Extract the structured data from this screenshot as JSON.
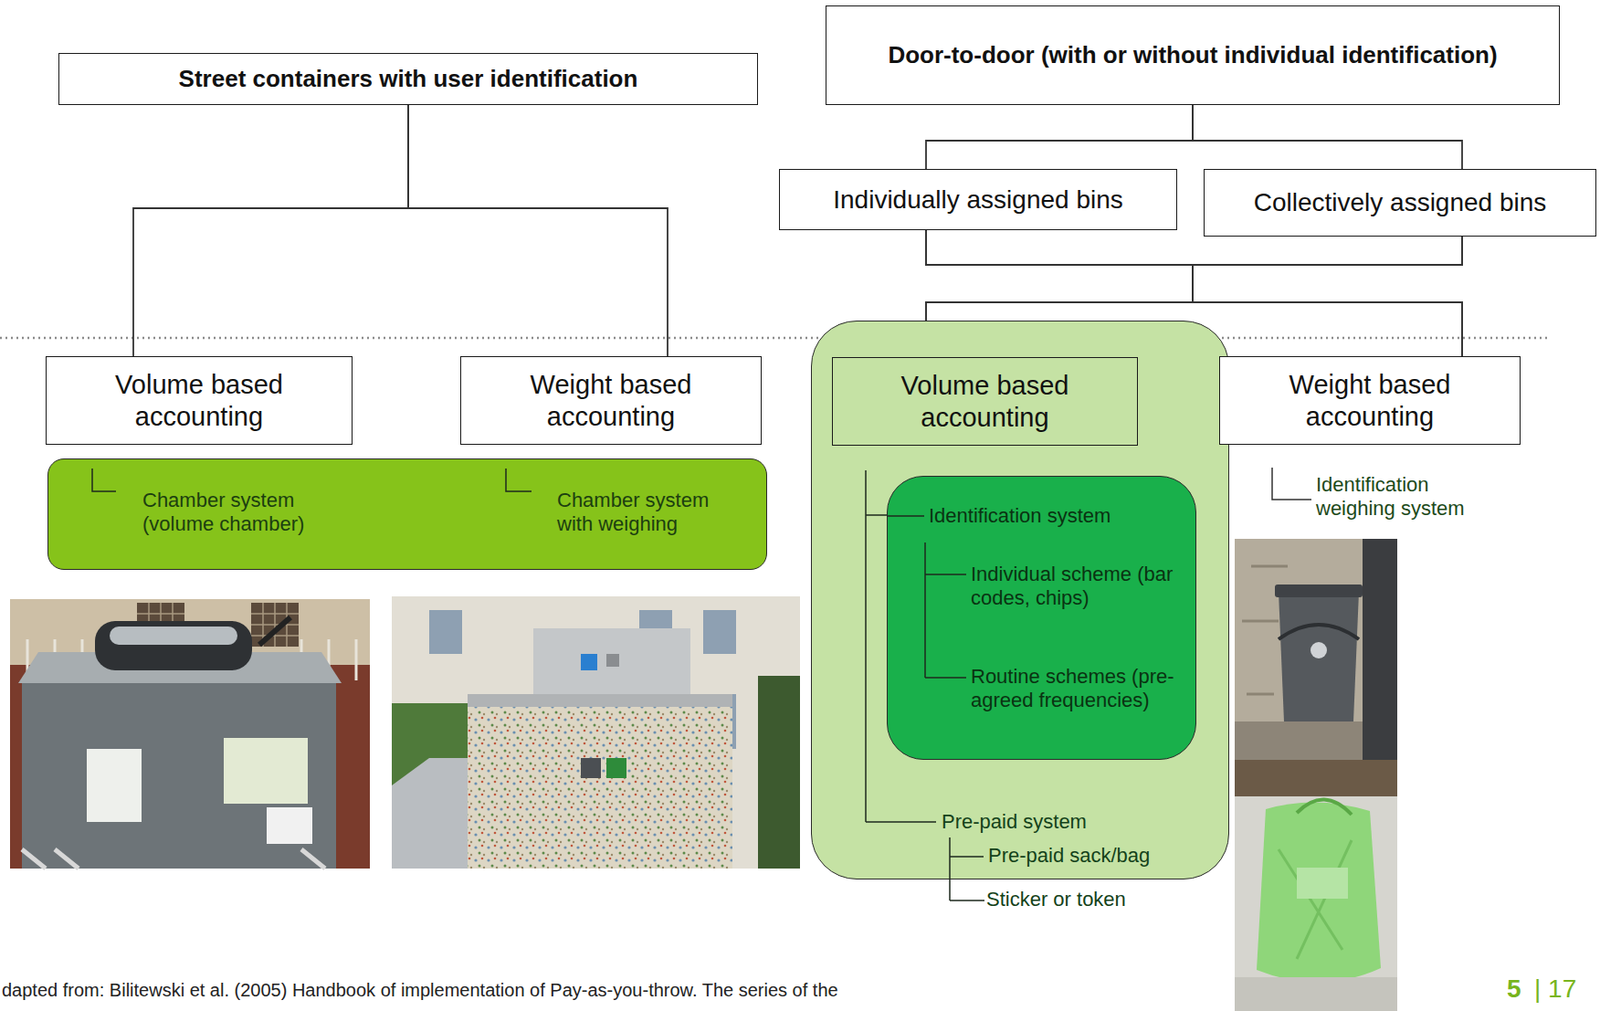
{
  "diagram": {
    "nodes": [
      {
        "text": [
          "Street containers with user identification"
        ]
      },
      {
        "text": [
          "Door-to-door (with or without individual identification)"
        ]
      },
      {
        "text": [
          "Individually assigned bins"
        ]
      },
      {
        "text": [
          "Collectively assigned bins"
        ]
      },
      {
        "text": [
          "Volume based accounting"
        ]
      },
      {
        "text": [
          "Weight based accounting"
        ]
      },
      {
        "text": [
          "Chamber system (volume chamber)",
          "Chamber system with weighing"
        ]
      },
      {
        "text": [
          "Pre-paid system",
          "Pre-paid sack/bag"
        ]
      },
      {
        "text": [
          "Volume based accounting"
        ],
        "in": 7
      },
      {
        "text": [
          "Identification system",
          "Individual scheme (bar codes, chips)",
          "Routine schemes (pre-agreed frequencies)"
        ],
        "in": 7
      },
      {
        "text": [
          "Weight based accounting"
        ]
      }
    ],
    "edges": [
      {
        "from": 0,
        "to": 4,
        "arrow": "none"
      },
      {
        "from": 0,
        "to": 5,
        "arrow": "none"
      },
      {
        "from": 1,
        "to": 2,
        "arrow": "none"
      },
      {
        "from": 1,
        "to": 3,
        "arrow": "none"
      },
      {
        "from": 2,
        "to": 8,
        "arrow": "none"
      },
      {
        "from": 2,
        "to": 10,
        "arrow": "none"
      },
      {
        "from": 3,
        "to": 8,
        "arrow": "none"
      },
      {
        "from": 3,
        "to": 10,
        "arrow": "none"
      }
    ],
    "labels": [
      "Identification weighing system",
      "Sticker or token",
      "dapted from: Bilitewski et al. (2005) Handbook of implementation of Pay-as-you-throw. The series of the",
      "5",
      "| 17"
    ]
  }
}
